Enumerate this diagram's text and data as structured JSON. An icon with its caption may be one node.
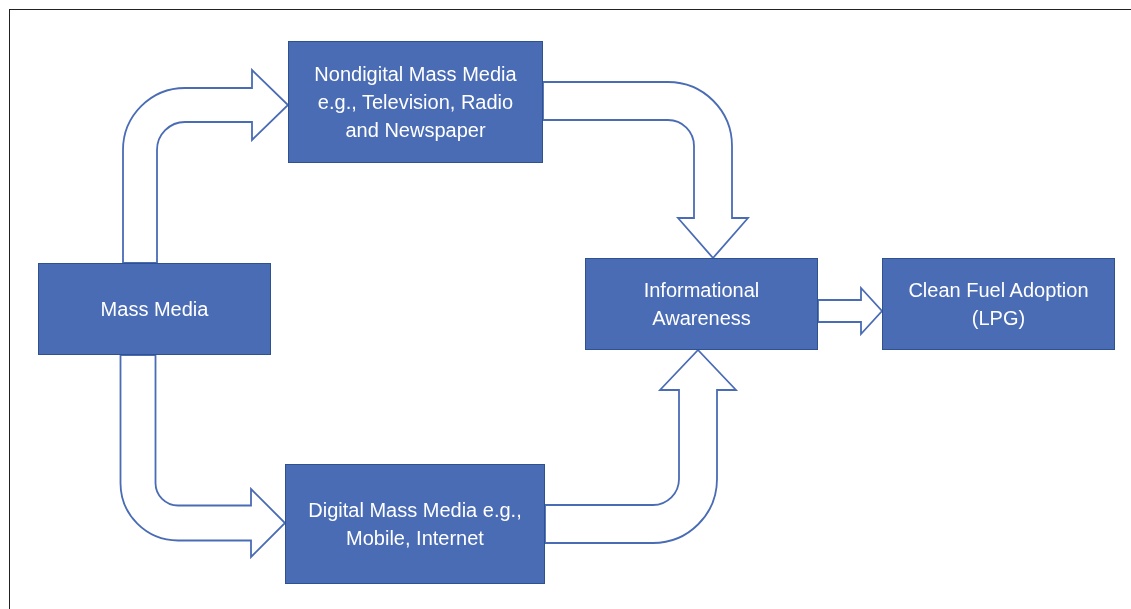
{
  "diagram": {
    "nodes": [
      {
        "text": [
          "Mass Media"
        ]
      },
      {
        "text": [
          "Nondigital Mass Media e.g., Television, Radio and Newspaper"
        ]
      },
      {
        "text": [
          "Digital Mass Media e.g., Mobile, Internet"
        ]
      },
      {
        "text": [
          "Informational Awareness"
        ]
      },
      {
        "text": [
          "Clean Fuel Adoption (LPG)"
        ]
      }
    ],
    "edges": [
      {
        "from": 0,
        "to": 1,
        "arrow": "to"
      },
      {
        "from": 0,
        "to": 2,
        "arrow": "to"
      },
      {
        "from": 1,
        "to": 3,
        "arrow": "to"
      },
      {
        "from": 2,
        "to": 3,
        "arrow": "to"
      },
      {
        "from": 3,
        "to": 4,
        "arrow": "to"
      }
    ]
  }
}
